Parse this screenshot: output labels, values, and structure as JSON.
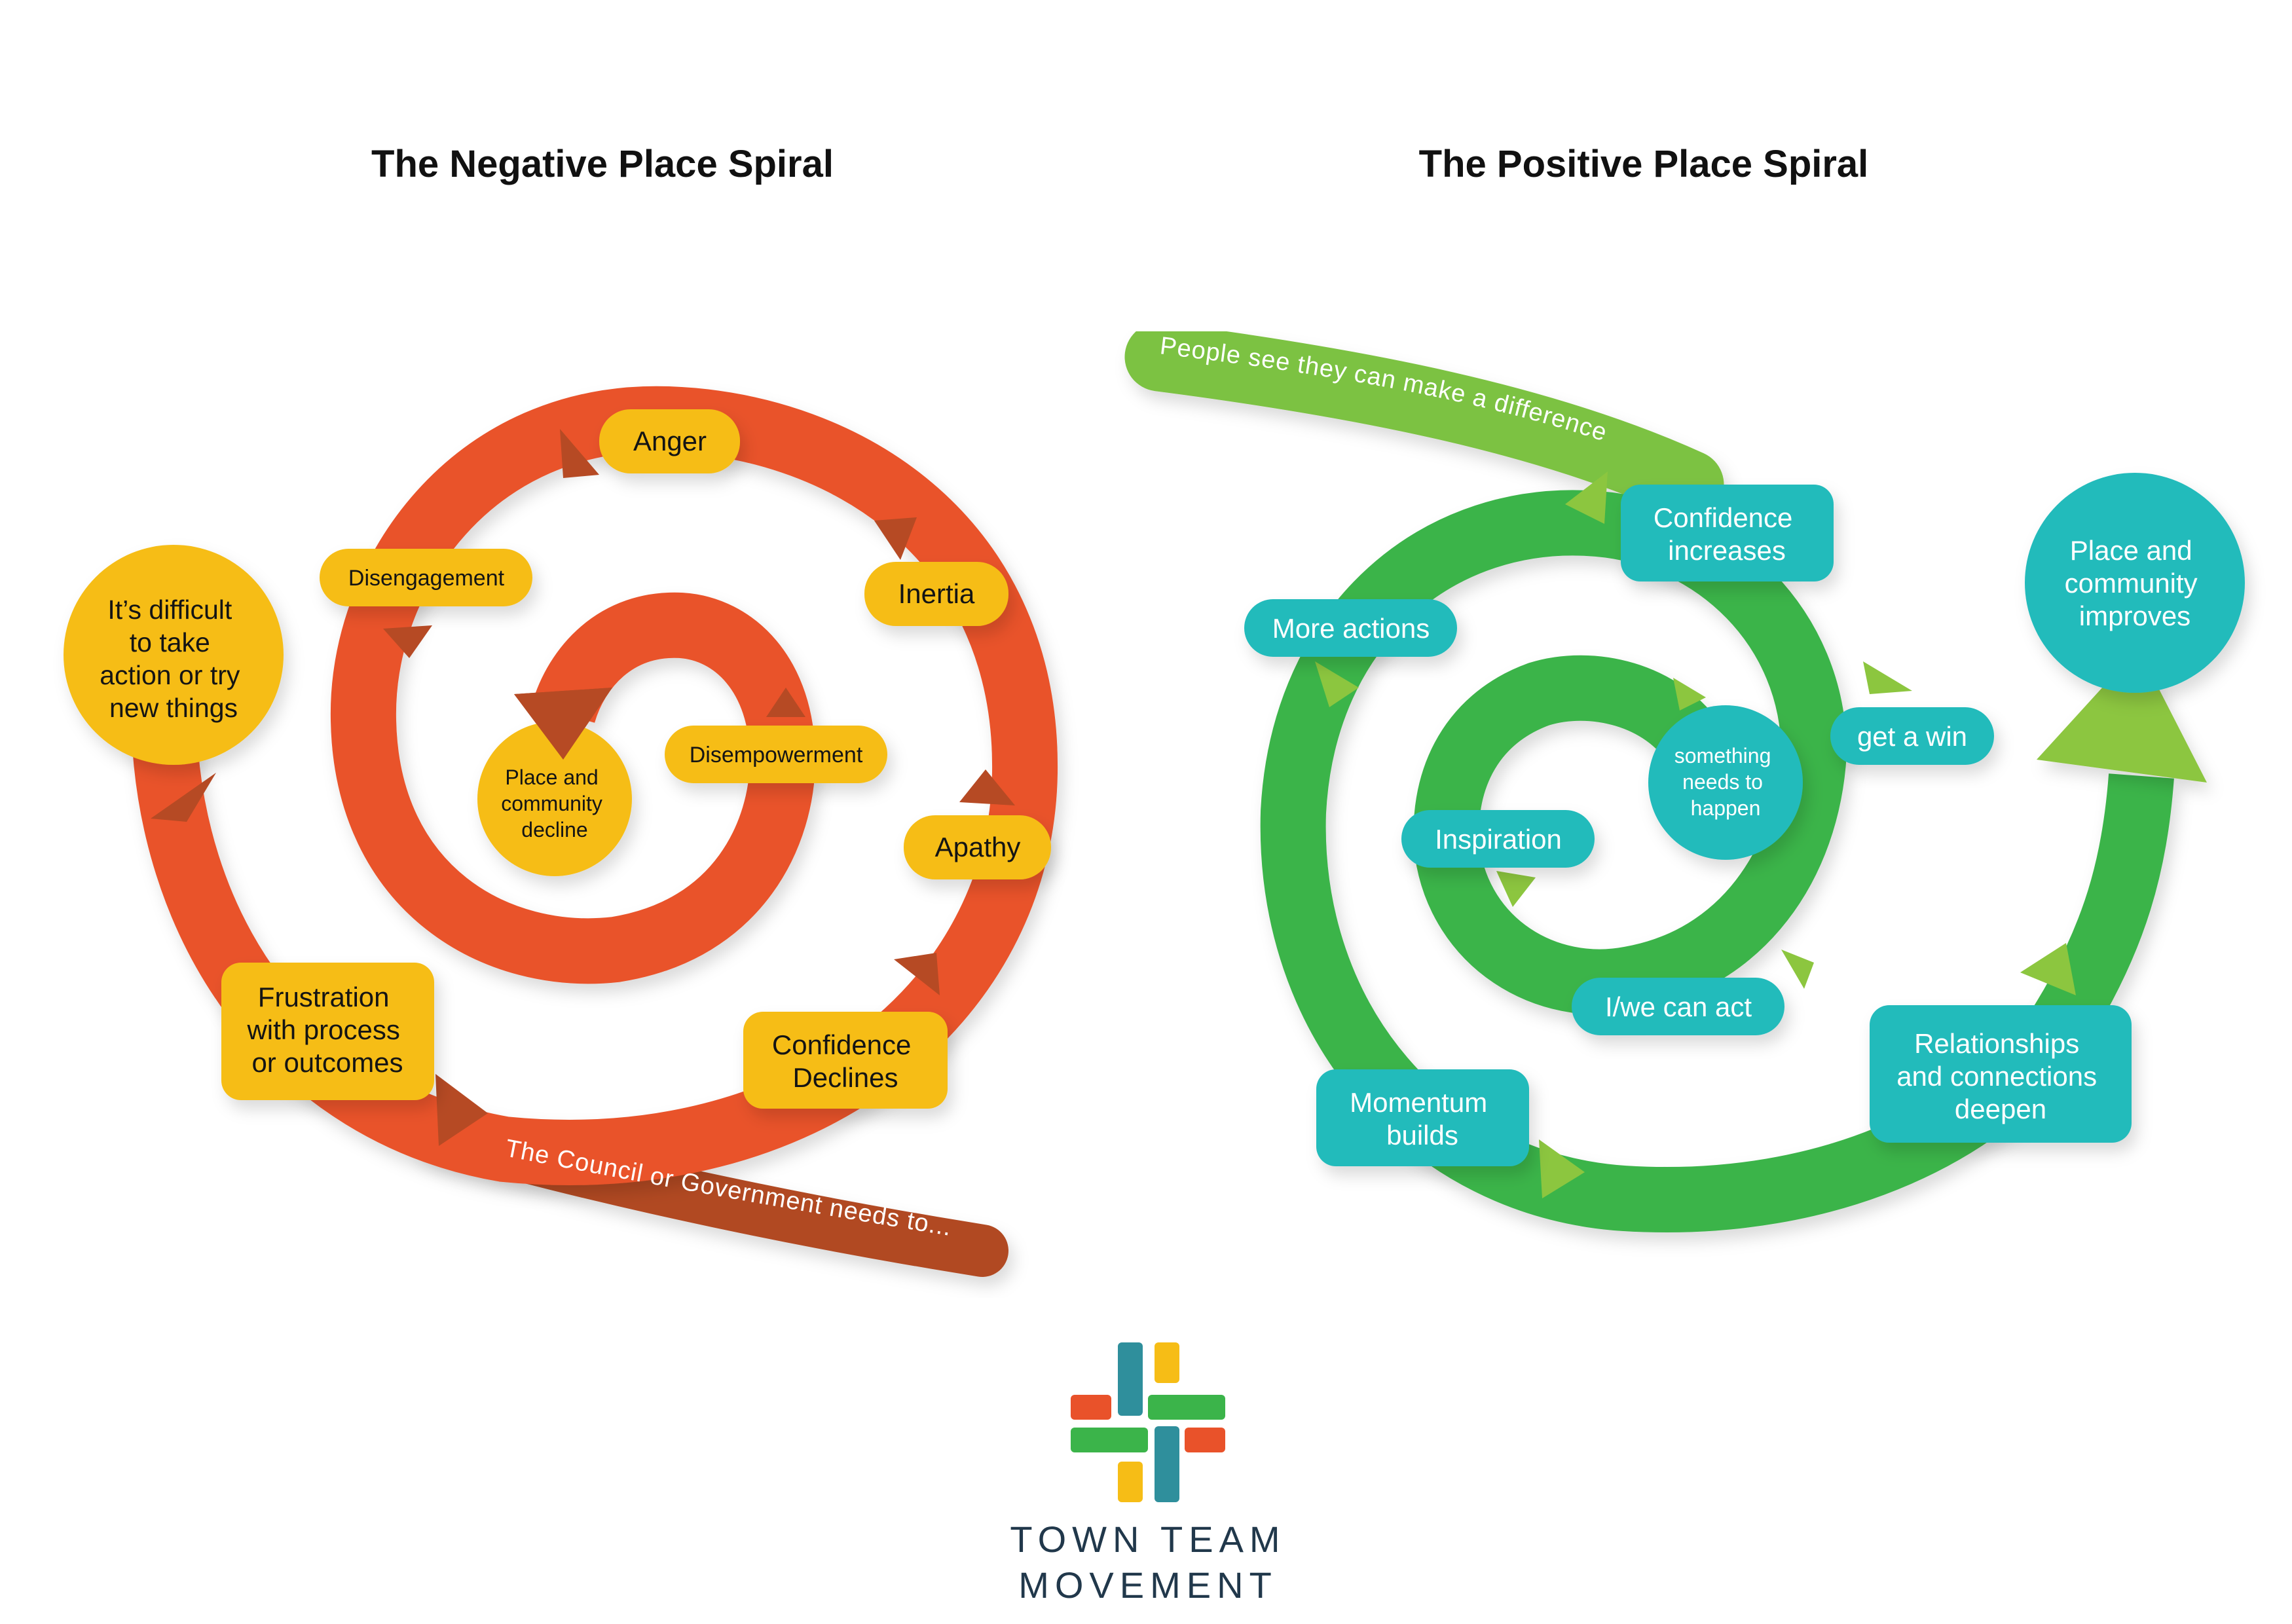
{
  "negative": {
    "title": "The Negative Place Spiral",
    "tail_text": "The Council or Government needs to...",
    "start_bubble": [
      "It’s difficult",
      "to take",
      "action or try",
      "new things"
    ],
    "center_bubble": [
      "Place and",
      "community",
      "decline"
    ],
    "labels": {
      "anger": "Anger",
      "inertia": "Inertia",
      "disengagement": "Disengagement",
      "disempowerment": "Disempowerment",
      "apathy": "Apathy",
      "frustration": [
        "Frustration",
        "with process",
        "or outcomes"
      ],
      "confidence_declines": [
        "Confidence",
        "Declines"
      ]
    },
    "colors": {
      "spiral": "#e9522a",
      "tail": "#b14a24",
      "arrow": "#b64a24",
      "label": "#f6bd16"
    }
  },
  "positive": {
    "title": "The Positive Place Spiral",
    "tail_text": "People see they can make a difference",
    "center_bubble": [
      "something",
      "needs to",
      "happen"
    ],
    "end_bubble": [
      "Place and",
      "community",
      "improves"
    ],
    "labels": {
      "confidence_increases": [
        "Confidence",
        "increases"
      ],
      "more_actions": "More actions",
      "get_a_win": "get a win",
      "inspiration": "Inspiration",
      "we_can_act": "I/we can act",
      "momentum": [
        "Momentum",
        "builds"
      ],
      "relationships": [
        "Relationships",
        "and connections",
        "deepen"
      ]
    },
    "colors": {
      "spiral": "#3bb44a",
      "tail": "#7cc242",
      "arrow": "#8cc63f",
      "label": "#22bbbb"
    }
  },
  "logo": {
    "line1": "TOWN TEAM",
    "line2": "MOVEMENT",
    "colors": {
      "teal": "#2f8f9c",
      "yellow": "#f6bd16",
      "red": "#e9522a",
      "green": "#3bb44a"
    }
  }
}
